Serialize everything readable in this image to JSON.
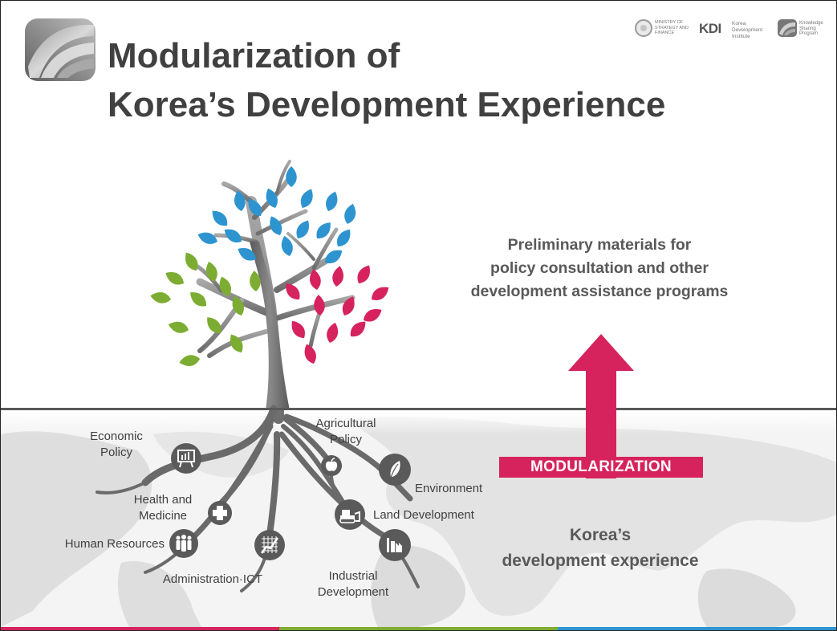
{
  "title_line1": "Modularization of",
  "title_line2": "Korea’s Development Experience",
  "partners": {
    "ministry": "MINISTRY OF STRATEGY AND FINANCE",
    "kdi": "KDI",
    "kdi_full": "Korea Development Institute",
    "ksp": "Knowledge Sharing Program"
  },
  "preliminary": "Preliminary materials for\npolicy consultation and other\ndevelopment assistance programs",
  "modularization": "MODULARIZATION",
  "korea_exp": "Korea’s\ndevelopment experience",
  "roots": {
    "economic_policy": "Economic\nPolicy",
    "health": "Health and\nMedicine",
    "human_resources": "Human Resources",
    "administration": "Administration·ICT",
    "agricultural": "Agricultural\nPolicy",
    "environment": "Environment",
    "land": "Land Development",
    "industrial": "Industrial\nDevelopment"
  },
  "icons": {
    "economic": "chart-board-icon",
    "health": "medical-cross-icon",
    "human": "people-icon",
    "admin": "grid-graph-icon",
    "agri": "apple-icon",
    "env": "leaf-icon",
    "land": "bulldozer-icon",
    "industrial": "factory-icon"
  },
  "colors": {
    "accent_pink": "#d6235e",
    "leaf_blue": "#2e94d0",
    "leaf_green": "#7cad32",
    "leaf_pink": "#d6235e",
    "trunk": "#777777",
    "text_gray": "#595959"
  }
}
